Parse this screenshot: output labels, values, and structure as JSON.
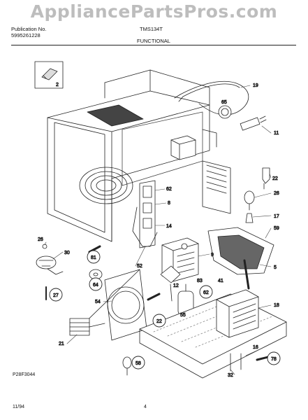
{
  "watermark": "AppliancePartsPros.com",
  "header": {
    "publication_label": "Publication No.",
    "publication_number": "5995261228",
    "model": "TMS134T",
    "section": "FUNCTIONAL"
  },
  "callouts": [
    "2",
    "19",
    "65",
    "11",
    "62",
    "8",
    "22",
    "26",
    "14",
    "17",
    "59",
    "9",
    "5",
    "26",
    "30",
    "81",
    "52",
    "64",
    "27",
    "54",
    "41",
    "83",
    "62",
    "12",
    "18",
    "55",
    "22",
    "21",
    "16",
    "58",
    "32",
    "78"
  ],
  "footer": {
    "figure_id": "P28F3044",
    "date": "11/94",
    "page": "4"
  },
  "colors": {
    "line": "#222222",
    "watermark": "#bdbdbd",
    "fill": "#ffffff"
  }
}
